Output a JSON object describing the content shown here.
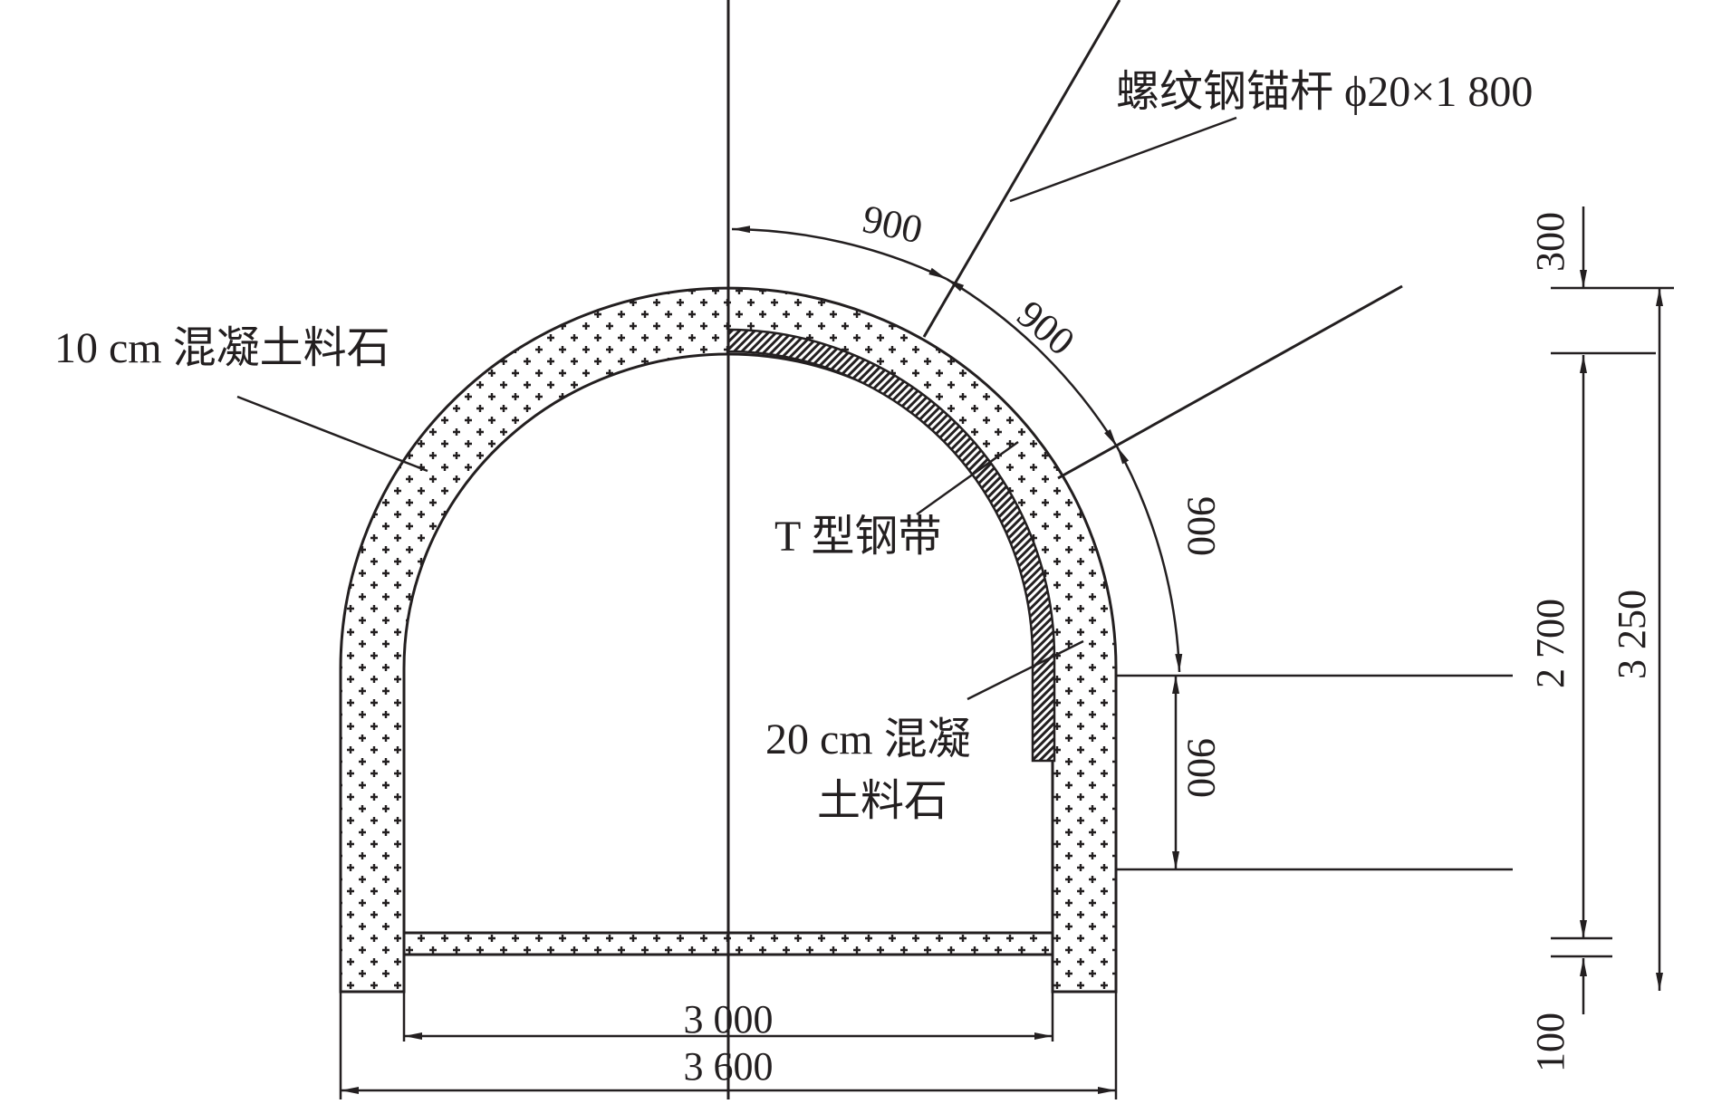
{
  "labels": {
    "bolt": "螺纹钢锚杆 ϕ20×1 800",
    "concrete_10": "10 cm 混凝土料石",
    "t_steel": "T 型钢带",
    "concrete_20_line1": "20 cm 混凝",
    "concrete_20_line2": "土料石"
  },
  "dimensions": {
    "arc_1": "900",
    "arc_2": "900",
    "arc_3": "900",
    "wall_height": "900",
    "inner_width": "3 000",
    "outer_width": "3 600",
    "top_thickness": "300",
    "inner_height": "2 700",
    "total_height": "3 250",
    "floor_thickness": "100"
  },
  "colors": {
    "line": "#231f20",
    "hatch": "#231f20",
    "background": "#ffffff"
  }
}
